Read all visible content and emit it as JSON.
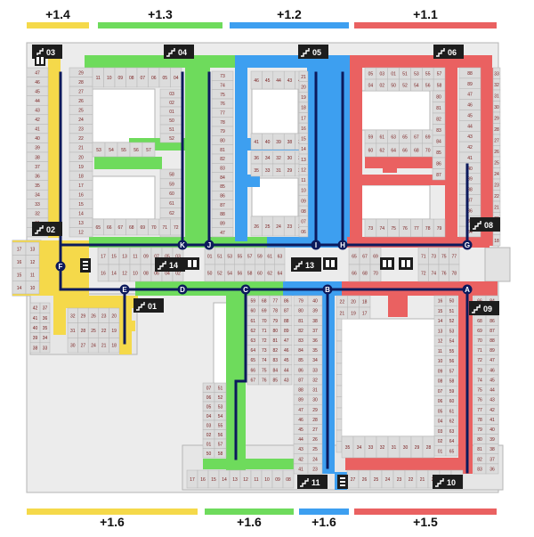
{
  "legend_top": [
    {
      "label": "+1.4",
      "color": "#f5d94a"
    },
    {
      "label": "+1.3",
      "color": "#6edb5c"
    },
    {
      "label": "+1.2",
      "color": "#3d9ff0"
    },
    {
      "label": "+1.1",
      "color": "#ea6161"
    }
  ],
  "legend_bottom": [
    {
      "label": "+1.6",
      "color": "#f5d94a"
    },
    {
      "label": "+1.6",
      "color": "#6edb5c"
    },
    {
      "label": "+1.6",
      "color": "#3d9ff0"
    },
    {
      "label": "+1.5",
      "color": "#ea6161"
    }
  ],
  "stairs": [
    "03",
    "04",
    "05",
    "06",
    "02",
    "08",
    "14",
    "13",
    "01",
    "09",
    "11",
    "10"
  ],
  "nodes": [
    "A",
    "B",
    "C",
    "D",
    "E",
    "F",
    "G",
    "H",
    "I",
    "J",
    "K"
  ],
  "room_numbers": [
    "47",
    "46",
    "45",
    "44",
    "43",
    "42",
    "41",
    "40",
    "39",
    "38",
    "37",
    "36",
    "35",
    "34",
    "33",
    "32",
    "31",
    "30",
    "29",
    "28",
    "27",
    "26",
    "25",
    "24",
    "23",
    "22",
    "21",
    "20",
    "19",
    "18",
    "17",
    "16",
    "15",
    "14",
    "13",
    "12",
    "11",
    "10",
    "09",
    "08",
    "07",
    "06",
    "05",
    "04",
    "03",
    "02",
    "01",
    "50",
    "51",
    "52",
    "53",
    "54",
    "55",
    "56",
    "57",
    "58",
    "59",
    "60",
    "61",
    "62",
    "63",
    "64",
    "65",
    "66",
    "67",
    "68",
    "69",
    "70",
    "71",
    "72",
    "73",
    "74",
    "75",
    "76",
    "77",
    "78",
    "79",
    "80",
    "81",
    "82",
    "83",
    "84",
    "85",
    "86",
    "87",
    "88",
    "89"
  ],
  "colors": {
    "yellow": "#f5d94a",
    "green": "#6edb5c",
    "blue": "#3d9ff0",
    "red": "#ea6161",
    "route": "#0c1a5c",
    "room": "#dcdcdc",
    "room_border": "#b5b5b5",
    "dark": "#1d1d1d"
  }
}
